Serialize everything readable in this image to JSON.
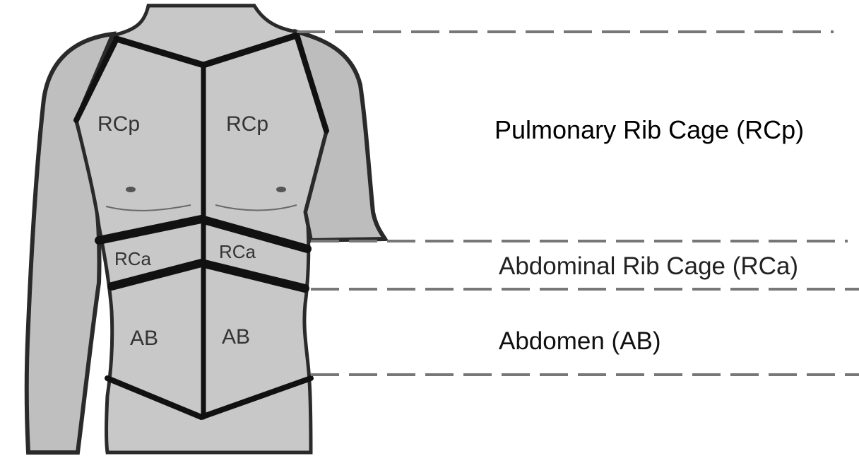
{
  "regions": {
    "rcp_left": "RCp",
    "rcp_right": "RCp",
    "rca_left": "RCa",
    "rca_right": "RCa",
    "ab_left": "AB",
    "ab_right": "AB"
  },
  "legend": {
    "pulmonary": "Pulmonary Rib Cage (RCp)",
    "abdominal_rib": "Abdominal Rib Cage (RCa)",
    "abdomen": "Abdomen (AB)"
  },
  "colors": {
    "skin": "#c8c8c8",
    "skin_dark": "#a8a8a8",
    "outline": "#111111",
    "dashed_line": "#777777"
  }
}
